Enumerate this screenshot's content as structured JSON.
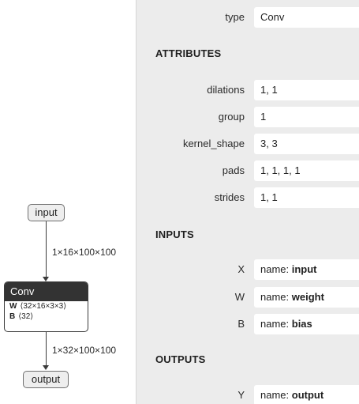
{
  "graph": {
    "input_node": "input",
    "output_node": "output",
    "edge_in_label": "1×16×100×100",
    "edge_out_label": "1×32×100×100",
    "conv_node": {
      "title": "Conv",
      "rows": [
        {
          "name": "W",
          "shape": "⟨32×16×3×3⟩"
        },
        {
          "name": "B",
          "shape": "⟨32⟩"
        }
      ]
    }
  },
  "sidebar": {
    "type": {
      "name": "type",
      "value": "Conv"
    },
    "attributes_title": "ATTRIBUTES",
    "attributes": [
      {
        "name": "dilations",
        "value": "1, 1"
      },
      {
        "name": "group",
        "value": "1"
      },
      {
        "name": "kernel_shape",
        "value": "3, 3"
      },
      {
        "name": "pads",
        "value": "1, 1, 1, 1"
      },
      {
        "name": "strides",
        "value": "1, 1"
      }
    ],
    "inputs_title": "INPUTS",
    "inputs": [
      {
        "name": "X",
        "prefix": "name: ",
        "value": "input"
      },
      {
        "name": "W",
        "prefix": "name: ",
        "value": "weight"
      },
      {
        "name": "B",
        "prefix": "name: ",
        "value": "bias"
      }
    ],
    "outputs_title": "OUTPUTS",
    "outputs": [
      {
        "name": "Y",
        "prefix": "name: ",
        "value": "output"
      }
    ]
  }
}
